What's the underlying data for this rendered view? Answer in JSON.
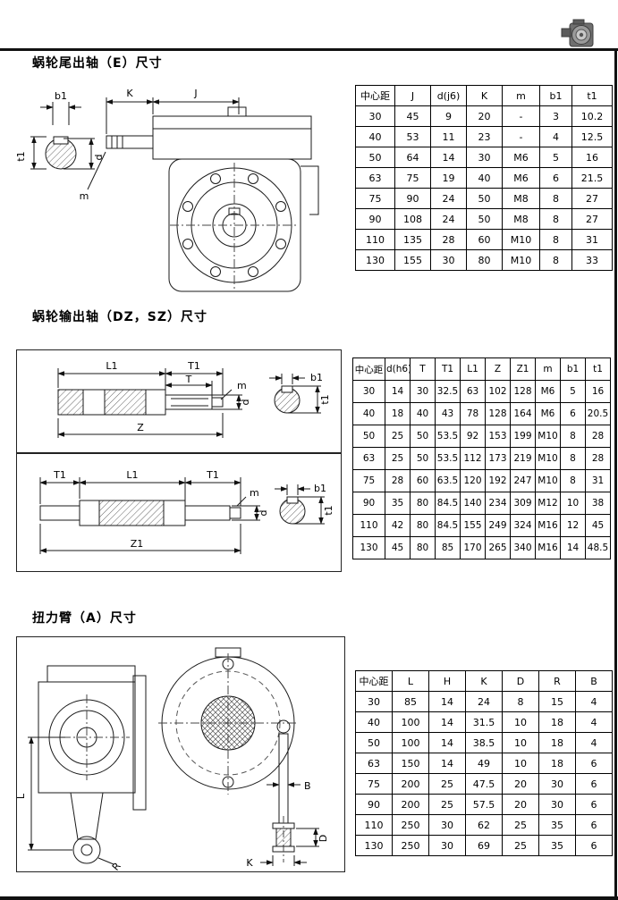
{
  "sections": {
    "e": {
      "title": "蜗轮尾出轴（E）尺寸",
      "labels": {
        "b1": "b1",
        "d": "d",
        "t1": "t1",
        "m": "m",
        "k": "K",
        "j": "J"
      },
      "table": {
        "headers": [
          "中心距",
          "J",
          "d(j6)",
          "K",
          "m",
          "b1",
          "t1"
        ],
        "rows": [
          [
            "30",
            "45",
            "9",
            "20",
            "-",
            "3",
            "10.2"
          ],
          [
            "40",
            "53",
            "11",
            "23",
            "-",
            "4",
            "12.5"
          ],
          [
            "50",
            "64",
            "14",
            "30",
            "M6",
            "5",
            "16"
          ],
          [
            "63",
            "75",
            "19",
            "40",
            "M6",
            "6",
            "21.5"
          ],
          [
            "75",
            "90",
            "24",
            "50",
            "M8",
            "8",
            "27"
          ],
          [
            "90",
            "108",
            "24",
            "50",
            "M8",
            "8",
            "27"
          ],
          [
            "110",
            "135",
            "28",
            "60",
            "M10",
            "8",
            "31"
          ],
          [
            "130",
            "155",
            "30",
            "80",
            "M10",
            "8",
            "33"
          ]
        ]
      }
    },
    "dz": {
      "title": "蜗轮输出轴（DZ，SZ）尺寸",
      "labels": {
        "l1": "L1",
        "t1": "T1",
        "t": "T",
        "m": "m",
        "d": "d",
        "z": "Z",
        "b1": "b1",
        "t1c": "t1"
      },
      "table": {
        "headers": [
          "中心距",
          "d(h6)",
          "T",
          "T1",
          "L1",
          "Z",
          "Z1",
          "m",
          "b1",
          "t1"
        ],
        "rows": [
          [
            "30",
            "14",
            "30",
            "32.5",
            "63",
            "102",
            "128",
            "M6",
            "5",
            "16"
          ],
          [
            "40",
            "18",
            "40",
            "43",
            "78",
            "128",
            "164",
            "M6",
            "6",
            "20.5"
          ],
          [
            "50",
            "25",
            "50",
            "53.5",
            "92",
            "153",
            "199",
            "M10",
            "8",
            "28"
          ],
          [
            "63",
            "25",
            "50",
            "53.5",
            "112",
            "173",
            "219",
            "M10",
            "8",
            "28"
          ],
          [
            "75",
            "28",
            "60",
            "63.5",
            "120",
            "192",
            "247",
            "M10",
            "8",
            "31"
          ],
          [
            "90",
            "35",
            "80",
            "84.5",
            "140",
            "234",
            "309",
            "M12",
            "10",
            "38"
          ],
          [
            "110",
            "42",
            "80",
            "84.5",
            "155",
            "249",
            "324",
            "M16",
            "12",
            "45"
          ],
          [
            "130",
            "45",
            "80",
            "85",
            "170",
            "265",
            "340",
            "M16",
            "14",
            "48.5"
          ]
        ]
      }
    },
    "sz": {
      "labels": {
        "t1l": "T1",
        "l1": "L1",
        "t1r": "T1",
        "m": "m",
        "d": "d",
        "z1": "Z1",
        "b1": "b1",
        "t1c": "t1"
      }
    },
    "a": {
      "title": "扭力臂（A）尺寸",
      "labels": {
        "l": "L",
        "r": "R",
        "b": "B",
        "k": "K",
        "d": "D"
      },
      "table": {
        "headers": [
          "中心距",
          "L",
          "H",
          "K",
          "D",
          "R",
          "B"
        ],
        "rows": [
          [
            "30",
            "85",
            "14",
            "24",
            "8",
            "15",
            "4"
          ],
          [
            "40",
            "100",
            "14",
            "31.5",
            "10",
            "18",
            "4"
          ],
          [
            "50",
            "100",
            "14",
            "38.5",
            "10",
            "18",
            "4"
          ],
          [
            "63",
            "150",
            "14",
            "49",
            "10",
            "18",
            "6"
          ],
          [
            "75",
            "200",
            "25",
            "47.5",
            "20",
            "30",
            "6"
          ],
          [
            "90",
            "200",
            "25",
            "57.5",
            "20",
            "30",
            "6"
          ],
          [
            "110",
            "250",
            "30",
            "62",
            "25",
            "35",
            "6"
          ],
          [
            "130",
            "250",
            "30",
            "69",
            "25",
            "35",
            "6"
          ]
        ]
      }
    }
  }
}
